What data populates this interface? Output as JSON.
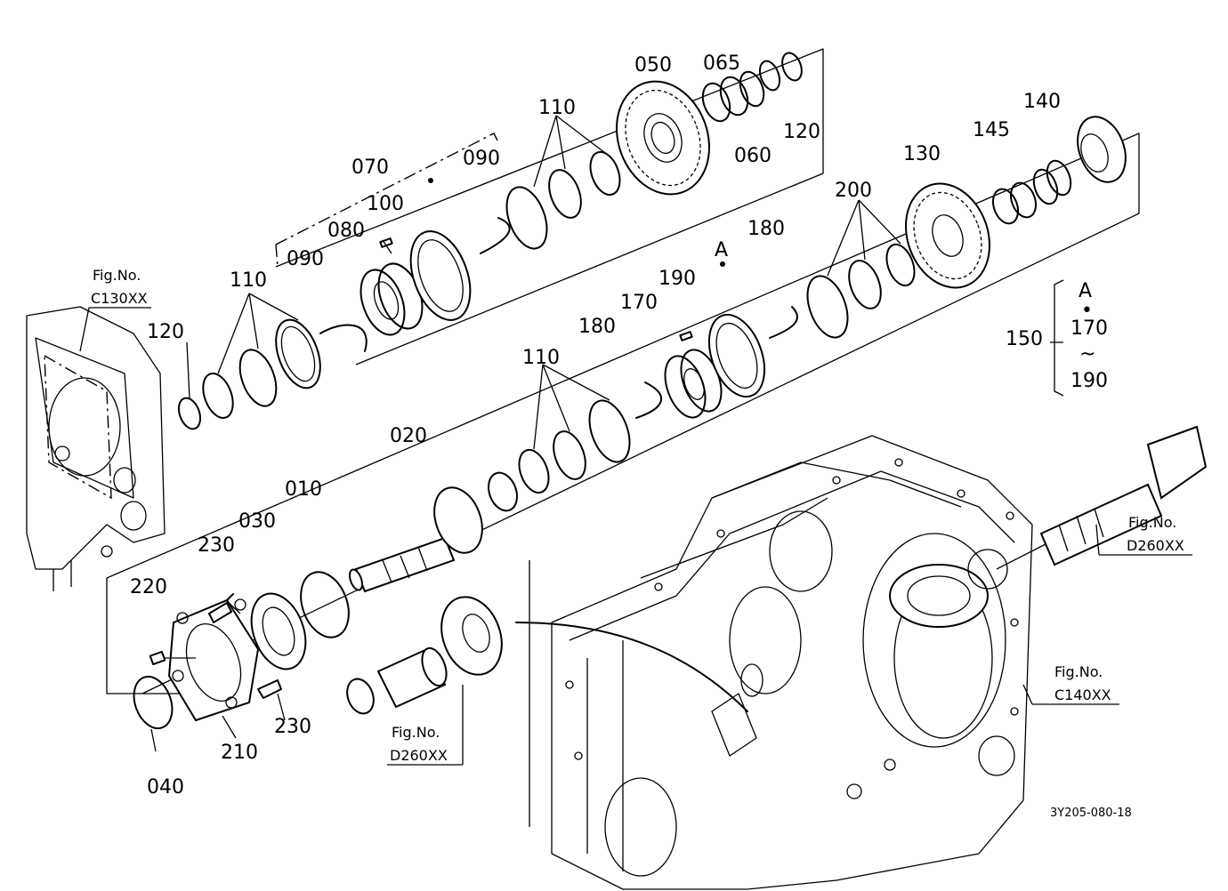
{
  "part_labels": {
    "p010": "010",
    "p020": "020",
    "p030": "030",
    "p040": "040",
    "p050": "050",
    "p060": "060",
    "p065": "065",
    "p070": "070",
    "p080": "080",
    "p090a": "090",
    "p090b": "090",
    "p100": "100",
    "p110a": "110",
    "p110b": "110",
    "p110c": "110",
    "p120a": "120",
    "p120b": "120",
    "p130": "130",
    "p140": "140",
    "p145": "145",
    "p150": "150",
    "p170": "170",
    "p180a": "180",
    "p180b": "180",
    "p190": "190",
    "p200": "200",
    "p210": "210",
    "p220": "220",
    "p230a": "230",
    "p230b": "230",
    "pA": "A"
  },
  "bracket_150": {
    "top": "A",
    "dot": "•",
    "mid": "170",
    "tilde": "~",
    "bottom": "190"
  },
  "fig_refs": {
    "c130": {
      "line1": "Fig.No.",
      "line2": "C130XX"
    },
    "d260_right": {
      "line1": "Fig.No.",
      "line2": "D260XX"
    },
    "c140": {
      "line1": "Fig.No.",
      "line2": "C140XX"
    },
    "d260_bottom": {
      "line1": "Fig.No.",
      "line2": "D260XX"
    }
  },
  "drawing_code": "3Y205-080-18"
}
